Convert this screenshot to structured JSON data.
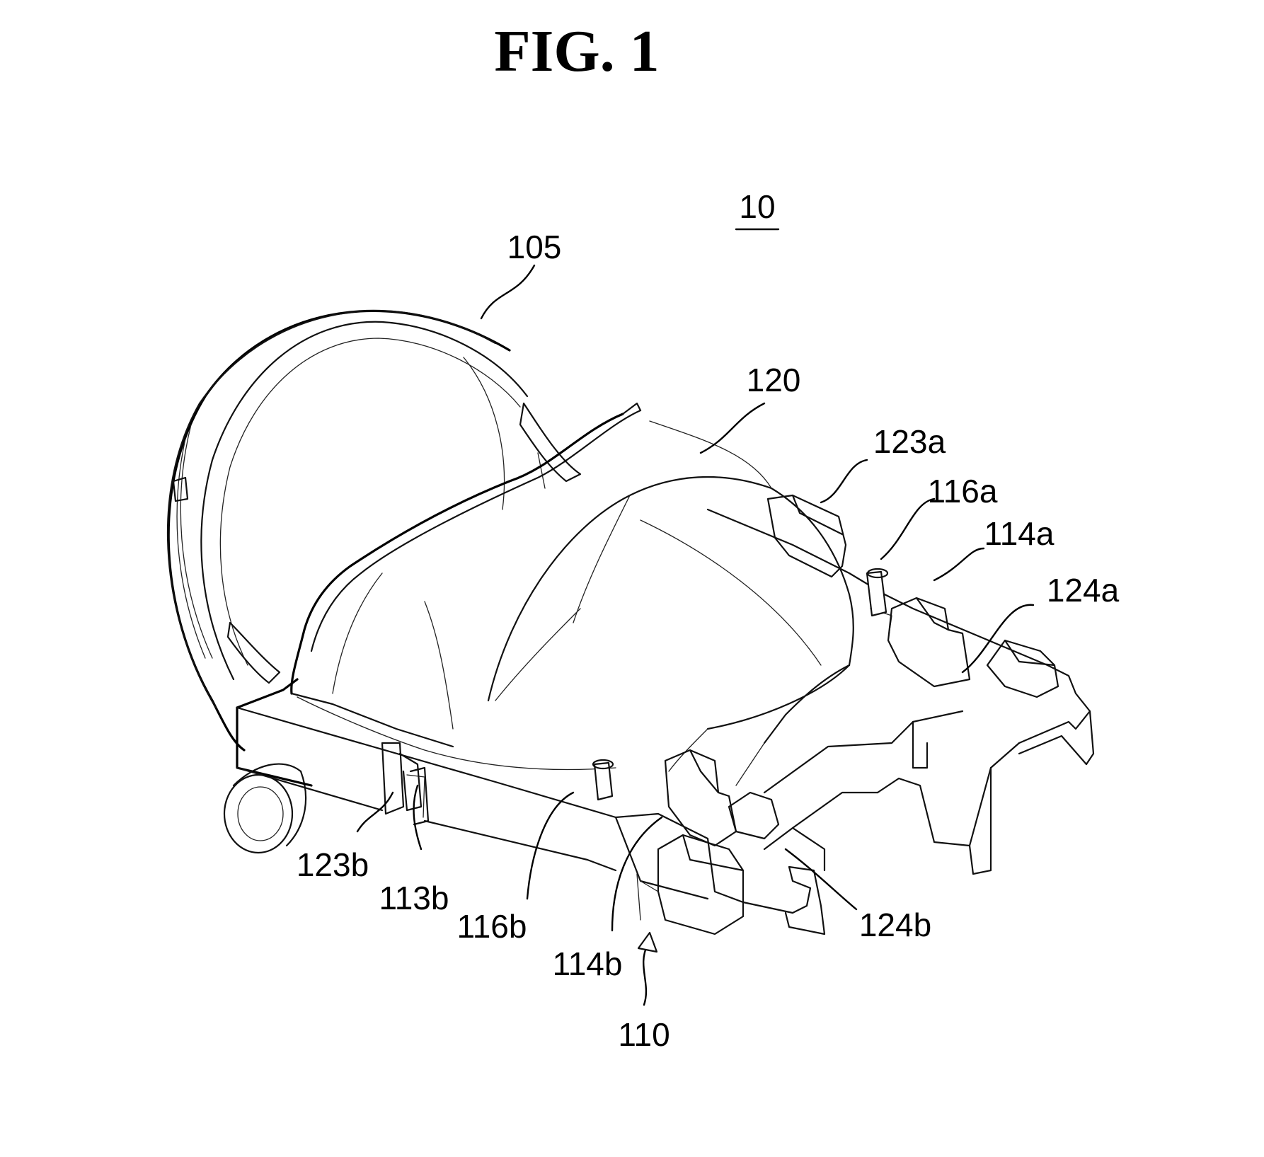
{
  "figure": {
    "title": "FIG. 1",
    "assembly_ref": "10",
    "labels": {
      "105": "105",
      "120": "120",
      "123a": "123a",
      "116a": "116a",
      "114a": "114a",
      "124a": "124a",
      "123b": "123b",
      "113b": "113b",
      "116b": "116b",
      "114b": "114b",
      "124b": "124b",
      "110": "110"
    }
  }
}
